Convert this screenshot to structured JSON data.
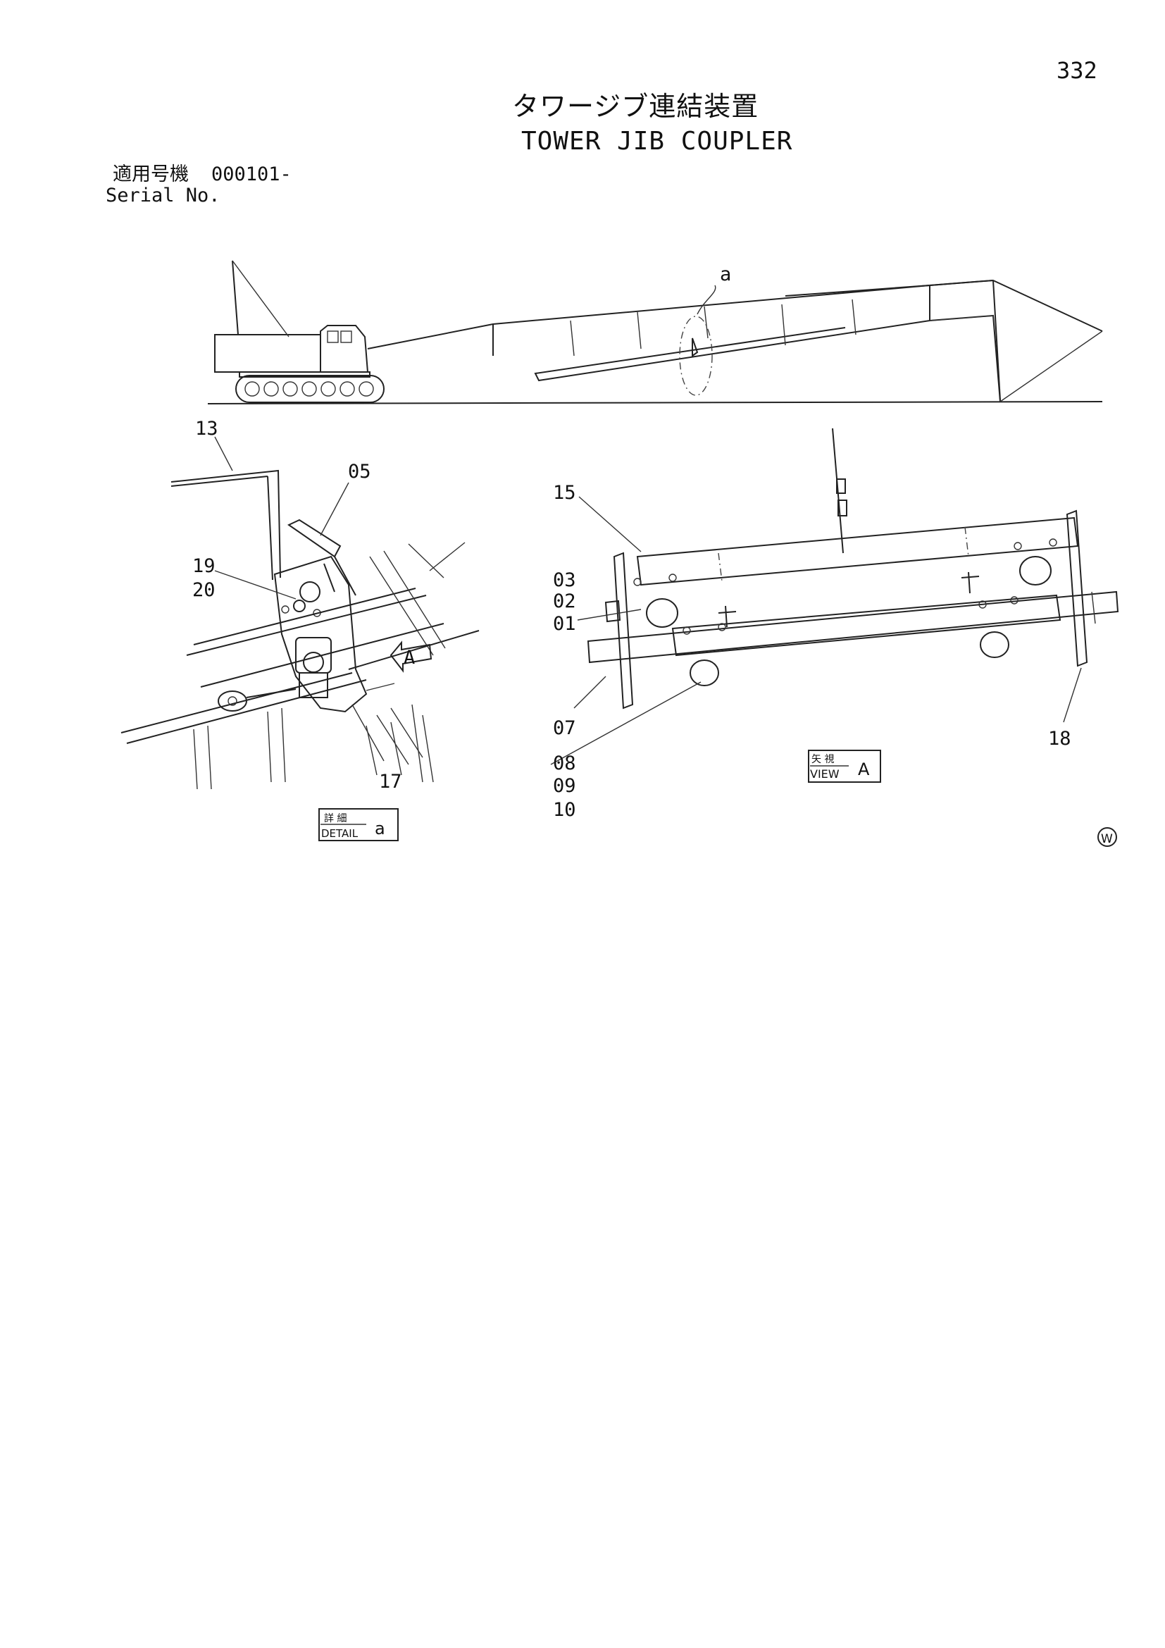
{
  "page_number": "332",
  "title_jp": "タワージブ連結装置",
  "title_en": "TOWER JIB COUPLER",
  "serial": {
    "label_jp": "適用号機",
    "label_en": "Serial No.",
    "value": "000101-"
  },
  "overview": {
    "detail_marker": "a"
  },
  "detail_a": {
    "callouts": [
      "13",
      "05",
      "19",
      "20",
      "17"
    ],
    "view_arrow_label": "A",
    "box_label_jp": "詳 細",
    "box_label_en": "DETAIL",
    "box_letter": "a"
  },
  "view_a": {
    "callouts": [
      "15",
      "03",
      "02",
      "01",
      "07",
      "08",
      "09",
      "10",
      "18"
    ],
    "box_label_jp": "矢 視",
    "box_label_en": "VIEW",
    "box_letter": "A"
  },
  "corner_mark": "W"
}
